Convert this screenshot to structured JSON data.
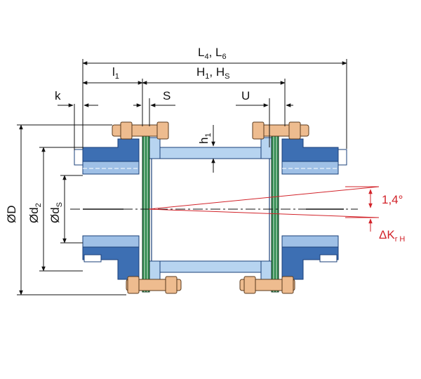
{
  "dimensions": {
    "overall_length": {
      "text": "L",
      "sub1": "4",
      "mid": ", L",
      "sub2": "6"
    },
    "hub_length": {
      "text": "l",
      "sub": "1"
    },
    "spacer_length": {
      "text": "H",
      "sub1": "1",
      "mid": ", H",
      "sub2": "S"
    },
    "k": "k",
    "gap_s": "S",
    "gap_u": "U",
    "spacer_height": {
      "text": "h",
      "sub": "1"
    },
    "outer_diameter": "ØD",
    "bore_d2": {
      "text": "Ød",
      "sub": "2"
    },
    "bore_ds": {
      "text": "Ød",
      "sub": "S"
    }
  },
  "misalignment": {
    "angle": "1,4°",
    "radial": {
      "text": "ΔK",
      "sub": "r H"
    }
  },
  "colors": {
    "hub_blue": "#3d6fb3",
    "hub_light": "#9fc0e6",
    "spacer_blue": "#b7d4f0",
    "bolt": "#eebc8f",
    "disc_pack": "#2f8a4e",
    "dimension_line": "#111111",
    "annotation_red": "#d2232a"
  }
}
